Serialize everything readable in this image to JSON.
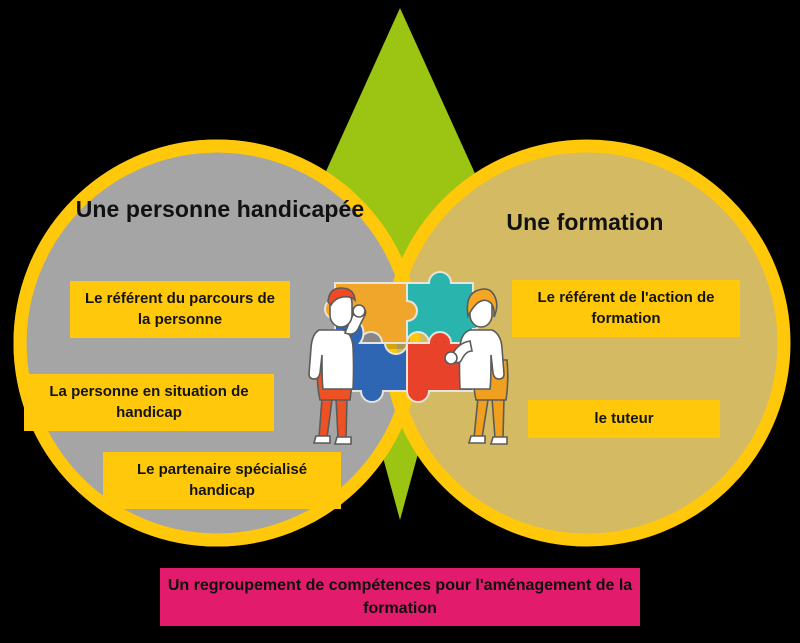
{
  "diagram": {
    "title_left": "Une personne handicapée",
    "title_right": "Une formation",
    "banner": "Un regroupement de compétences pour l'aménagement de la formation",
    "left_chips": [
      "Le référent du parcours de la personne",
      "La personne en situation de handicap",
      "Le partenaire spécialisé handicap"
    ],
    "right_chips": [
      "Le référent de l'action de formation",
      "le tuteur"
    ],
    "colors": {
      "background": "#000000",
      "left_circle_fill": "#A5A5A5",
      "right_circle_fill": "#D4BA63",
      "circle_stroke": "#FFC80A",
      "green_shape": "#9BC413",
      "chip_fill": "#FFC80A",
      "banner_fill": "#E31B6D",
      "text": "#111111",
      "puzzle_orange": "#F0A62B",
      "puzzle_teal": "#29B5AE",
      "puzzle_blue": "#2F66B3",
      "puzzle_red": "#E8422B",
      "figure_left_hair": "#F04A23",
      "figure_left_pants": "#EE5123",
      "figure_right_hair": "#F5A623",
      "figure_right_pants": "#EFA01E",
      "figure_shirt": "#FFFFFF"
    },
    "icons": {
      "puzzle": "puzzle-pieces-icon",
      "person_left": "person-left-icon",
      "person_right": "person-right-icon",
      "green_kite": "green-kite-shape"
    }
  }
}
